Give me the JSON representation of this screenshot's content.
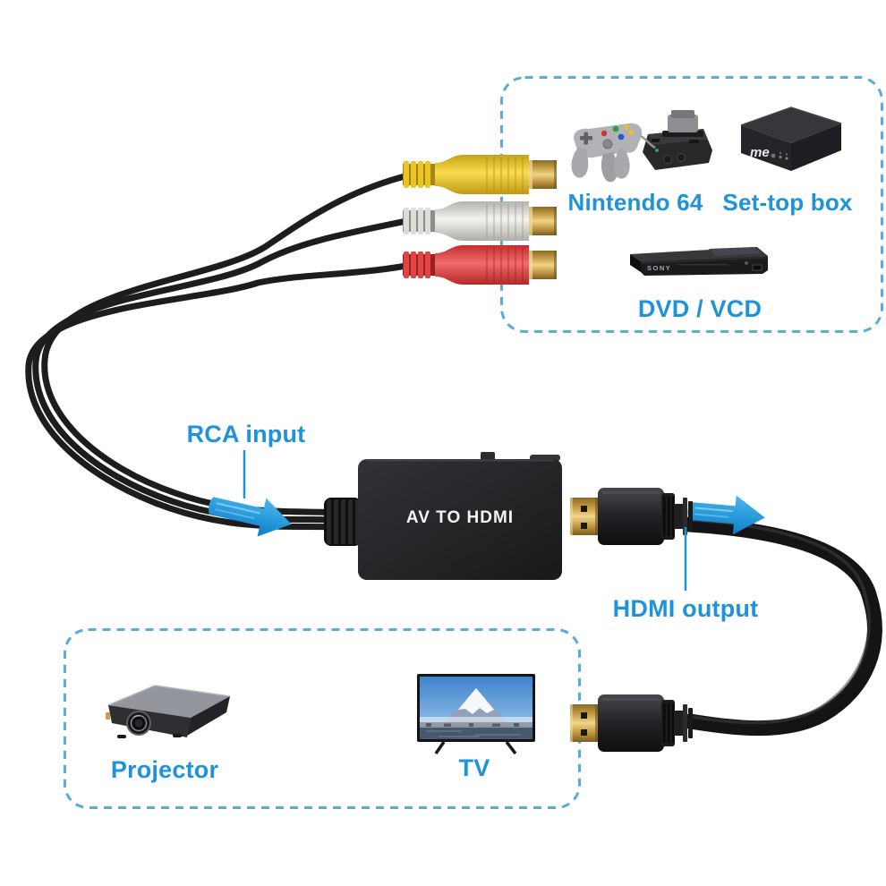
{
  "colors": {
    "label_blue": "#1e93da",
    "dashed_border_blue": "#5aabdd",
    "arrow_blue": "#1f9ce2",
    "rca_yellow": "#f2d032",
    "rca_white": "#ece9e3",
    "rca_red": "#e84848",
    "connector_gold": "#d4ab55",
    "converter_black": "#202023"
  },
  "sources_box": {
    "nintendo_label": "Nintendo 64",
    "settop_label": "Set-top box",
    "settop_logo": "me",
    "dvd_label": "DVD / VCD",
    "dvd_brand": "SONY"
  },
  "converter": {
    "label": "AV TO HDMI"
  },
  "annotations": {
    "rca_input": "RCA input",
    "hdmi_output": "HDMI output"
  },
  "outputs_box": {
    "projector_label": "Projector",
    "tv_label": "TV"
  },
  "icons": {
    "rca_flow_arrow": "right-arrow",
    "hdmi_flow_arrow": "right-arrow"
  }
}
